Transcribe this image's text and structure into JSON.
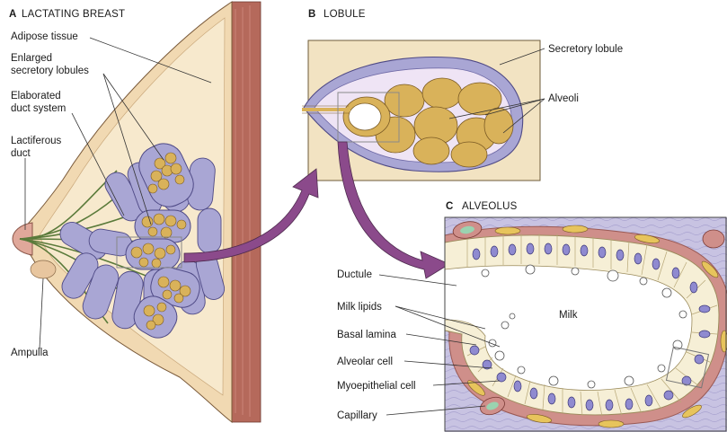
{
  "panels": {
    "a": {
      "letter": "A",
      "title": "LACTATING BREAST"
    },
    "b": {
      "letter": "B",
      "title": "LOBULE"
    },
    "c": {
      "letter": "C",
      "title": "ALVEOLUS"
    }
  },
  "labels": {
    "adipose_tissue": "Adipose tissue",
    "enlarged_lobules_1": "Enlarged",
    "enlarged_lobules_2": "secretory lobules",
    "elaborated_duct_1": "Elaborated",
    "elaborated_duct_2": "duct system",
    "lactiferous_duct_1": "Lactiferous",
    "lactiferous_duct_2": "duct",
    "ampulla": "Ampulla",
    "secretory_lobule": "Secretory lobule",
    "alveoli": "Alveoli",
    "ductule": "Ductule",
    "milk_lipids": "Milk lipids",
    "basal_lamina": "Basal lamina",
    "alveolar_cell": "Alveolar cell",
    "myoepithelial_cell": "Myoepithelial cell",
    "capillary": "Capillary",
    "milk": "Milk"
  },
  "colors": {
    "lobule_purple": "#a9a6d4",
    "alveolus_tan": "#d9b25a",
    "panel_b_bg": "#f2e3c2",
    "tissue_bg": "#c8c3e2",
    "cell_cream": "#f6efd6",
    "basal_red": "#cf8f8a",
    "arrow_purple": "#8b4a8b",
    "skin": "#f1d9b2",
    "muscle": "#b5695b"
  }
}
